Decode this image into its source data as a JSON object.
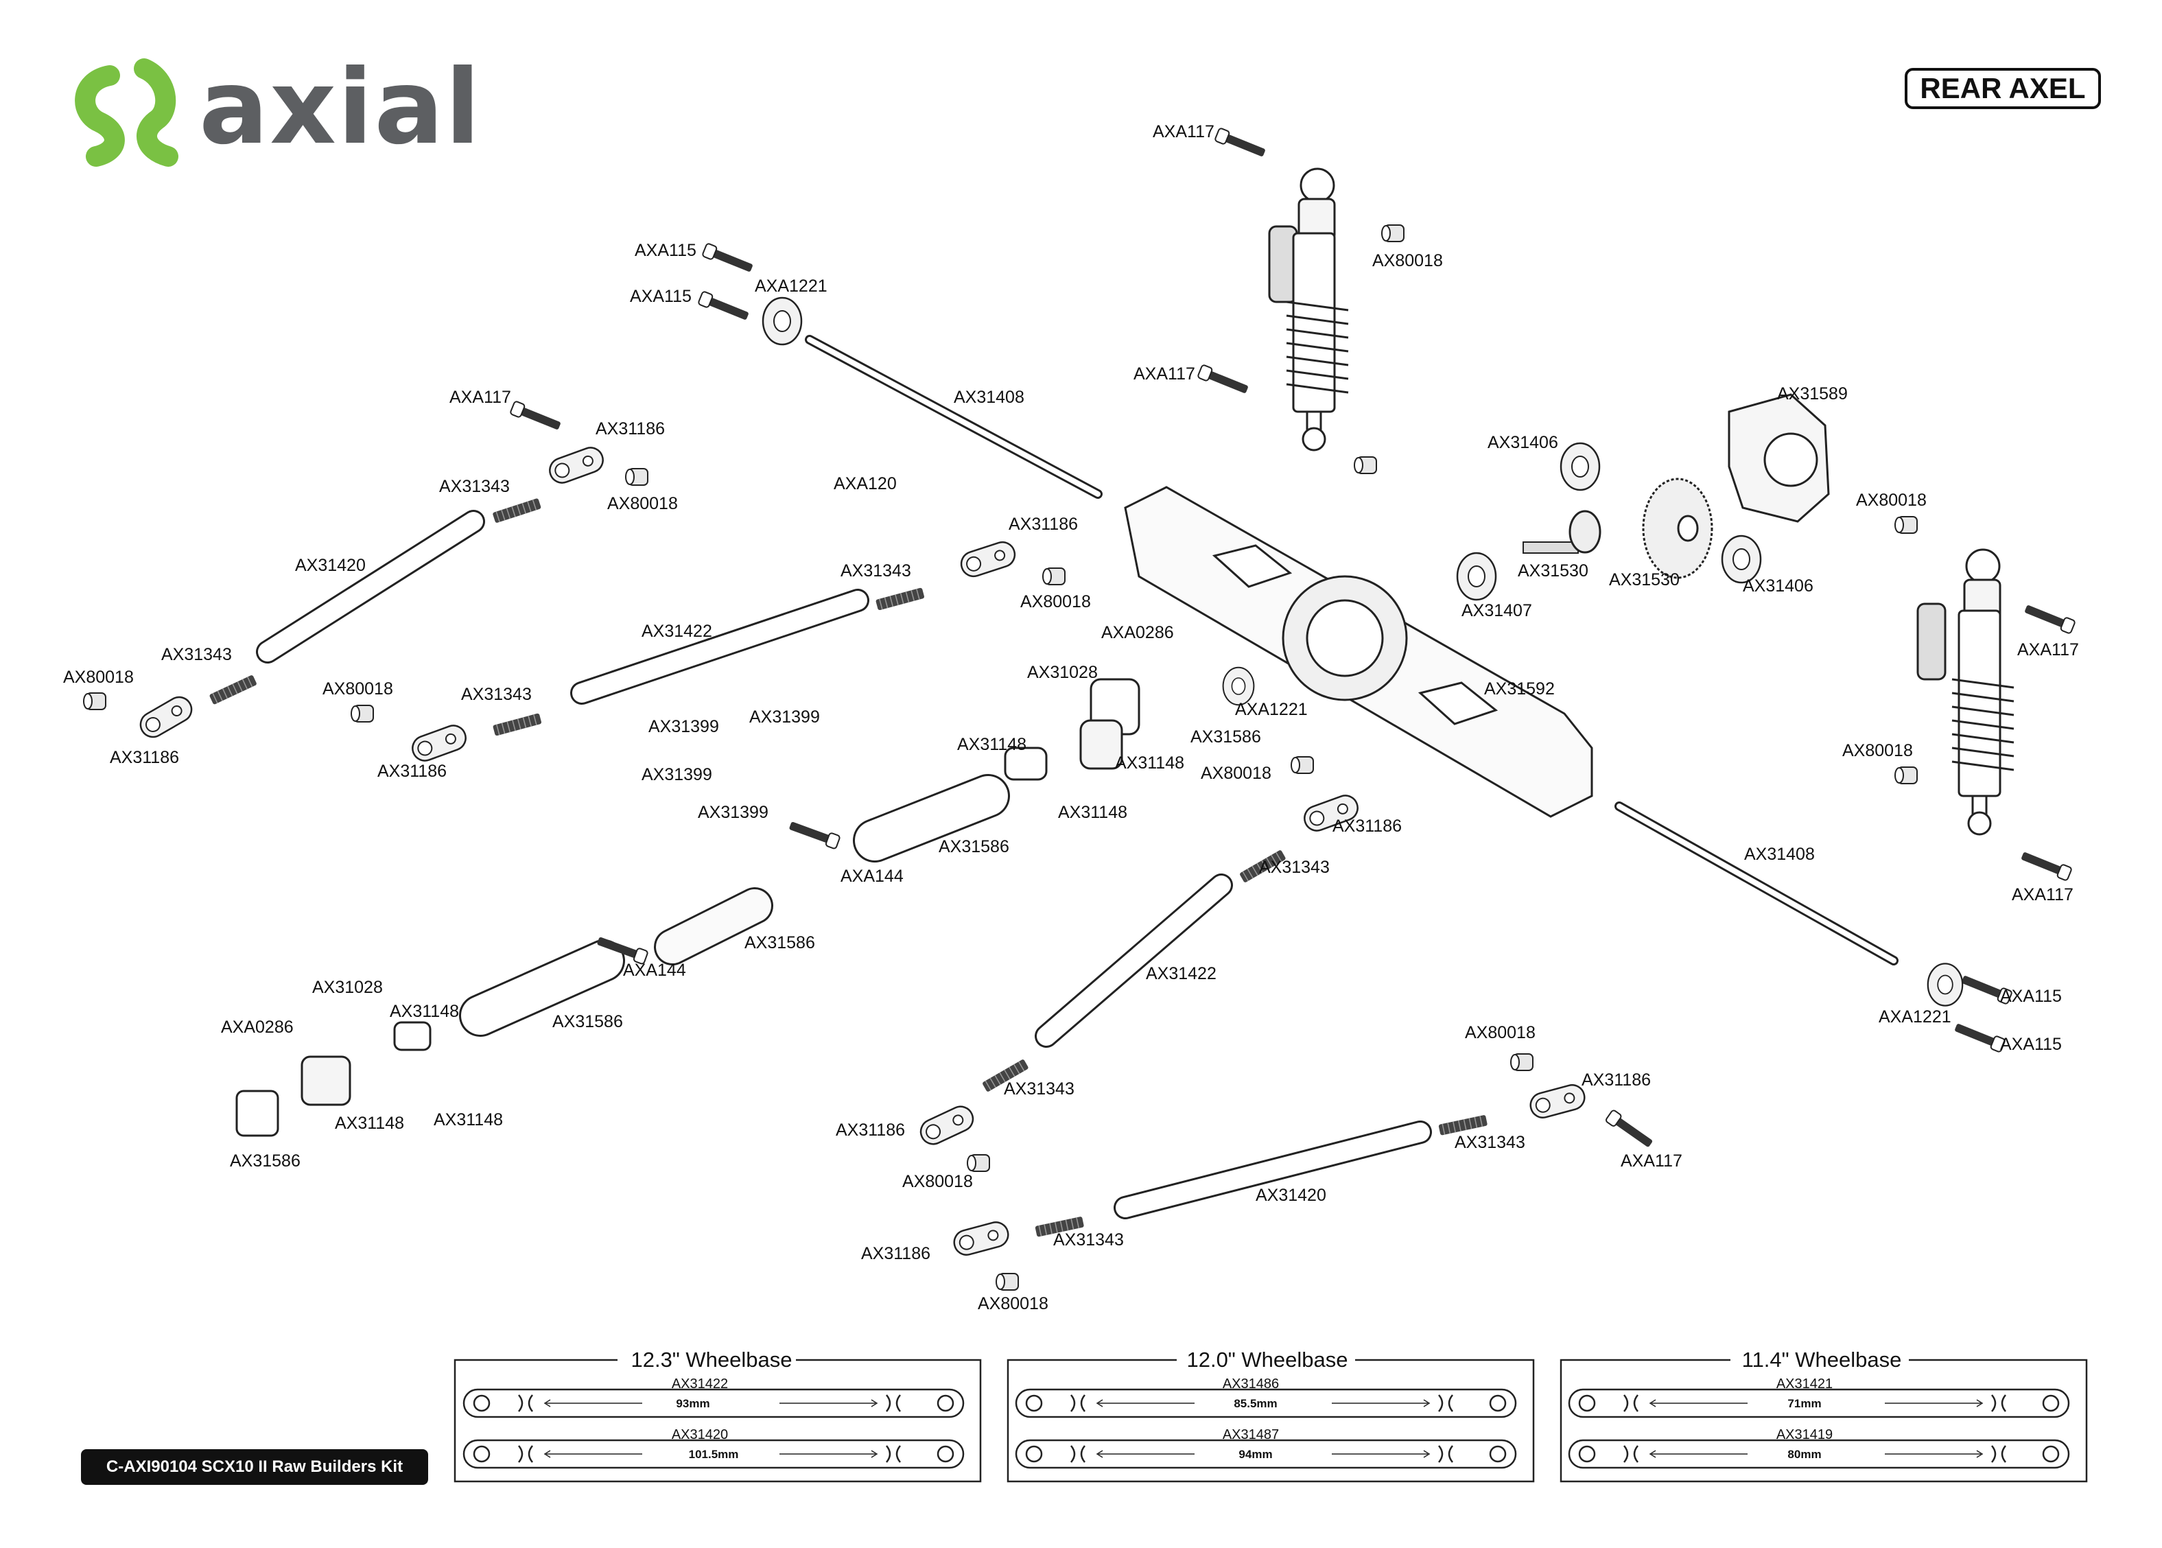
{
  "brand": {
    "name": "axial",
    "accent": "#7ac143",
    "text_color": "#5d5f62"
  },
  "title": "REAR AXEL",
  "kit_label": "C-AXI90104 SCX10 II Raw Builders Kit",
  "part_labels": [
    "AXA117",
    "AX80018",
    "AXA115",
    "AXA115",
    "AXA1221",
    "AXA117",
    "AX31408",
    "AXA117",
    "AX31186",
    "AX80018",
    "AX31343",
    "AX31420",
    "AX31343",
    "AX80018",
    "AX31186",
    "AX80018",
    "AX31343",
    "AX31186",
    "AX31422",
    "AXA120",
    "AX31186",
    "AX31343",
    "AX80018",
    "AX31589",
    "AX31406",
    "AX31530",
    "AX31530",
    "AX31407",
    "AX31406",
    "AX80018",
    "AXA117",
    "AXA0286",
    "AX31028",
    "AXA1221",
    "AX31592",
    "AX31586",
    "AX31399",
    "AX31399",
    "AX31399",
    "AX31399",
    "AX31148",
    "AX31148",
    "AX31148",
    "AX80018",
    "AX31186",
    "AX31343",
    "AX80018",
    "AXA117",
    "AX31586",
    "AXA144",
    "AX31586",
    "AXA144",
    "AX31408",
    "AXA115",
    "AXA1221",
    "AXA115",
    "AX31028",
    "AX31148",
    "AXA0286",
    "AX31586",
    "AX31148",
    "AX31148",
    "AX31586",
    "AX31422",
    "AX31343",
    "AX31186",
    "AX80018",
    "AX80018",
    "AX31186",
    "AX31343",
    "AXA117",
    "AX31420",
    "AX31343",
    "AX31186",
    "AX80018"
  ],
  "wheelbase_panels": [
    {
      "title": "12.3\" Wheelbase",
      "links": [
        {
          "part": "AX31422",
          "length": "93mm"
        },
        {
          "part": "AX31420",
          "length": "101.5mm"
        }
      ]
    },
    {
      "title": "12.0\" Wheelbase",
      "links": [
        {
          "part": "AX31486",
          "length": "85.5mm"
        },
        {
          "part": "AX31487",
          "length": "94mm"
        }
      ]
    },
    {
      "title": "11.4\" Wheelbase",
      "links": [
        {
          "part": "AX31421",
          "length": "71mm"
        },
        {
          "part": "AX31419",
          "length": "80mm"
        }
      ]
    }
  ]
}
